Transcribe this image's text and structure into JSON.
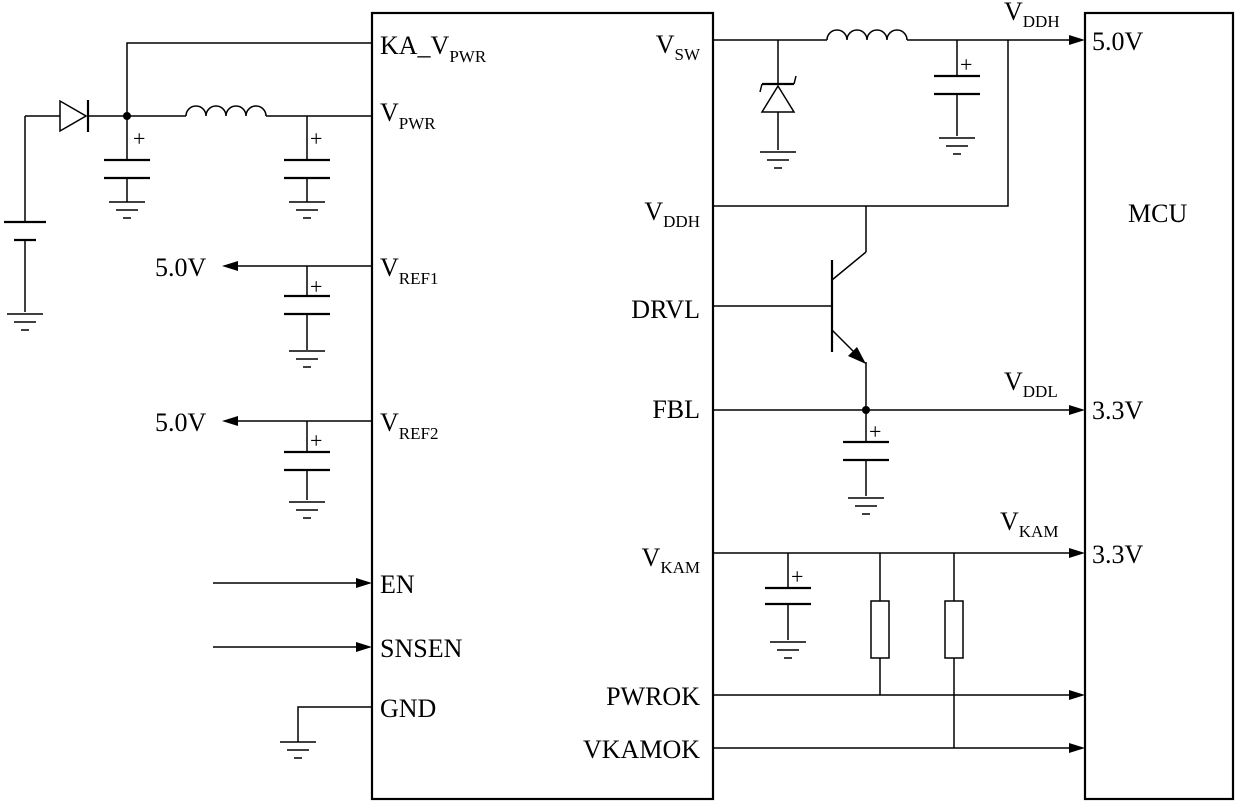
{
  "ic": {
    "pins_left": [
      {
        "id": "ka-vpwr",
        "main": "KA_V",
        "sub": "PWR"
      },
      {
        "id": "vpwr",
        "main": "V",
        "sub": "PWR"
      },
      {
        "id": "vref1",
        "main": "V",
        "sub": "REF1"
      },
      {
        "id": "vref2",
        "main": "V",
        "sub": "REF2"
      },
      {
        "id": "en",
        "main": "EN",
        "sub": ""
      },
      {
        "id": "snsen",
        "main": "SNSEN",
        "sub": ""
      },
      {
        "id": "gnd",
        "main": "GND",
        "sub": ""
      }
    ],
    "pins_right": [
      {
        "id": "vsw",
        "main": "V",
        "sub": "SW"
      },
      {
        "id": "vddh-in",
        "main": "V",
        "sub": "DDH"
      },
      {
        "id": "drvl",
        "main": "DRVL",
        "sub": ""
      },
      {
        "id": "fbl",
        "main": "FBL",
        "sub": ""
      },
      {
        "id": "vkam-pin",
        "main": "V",
        "sub": "KAM"
      },
      {
        "id": "pwrok",
        "main": "PWROK",
        "sub": ""
      },
      {
        "id": "vkamok",
        "main": "VKAMOK",
        "sub": ""
      }
    ]
  },
  "outputs": {
    "vref1_voltage": "5.0V",
    "vref2_voltage": "5.0V"
  },
  "rails": {
    "vddh": {
      "main": "V",
      "sub": "DDH"
    },
    "vddl": {
      "main": "V",
      "sub": "DDL"
    },
    "vkam": {
      "main": "V",
      "sub": "KAM"
    }
  },
  "mcu": {
    "label": "MCU",
    "inputs": [
      "5.0V",
      "3.3V",
      "3.3V"
    ]
  },
  "symbols": {
    "plus": "+"
  }
}
